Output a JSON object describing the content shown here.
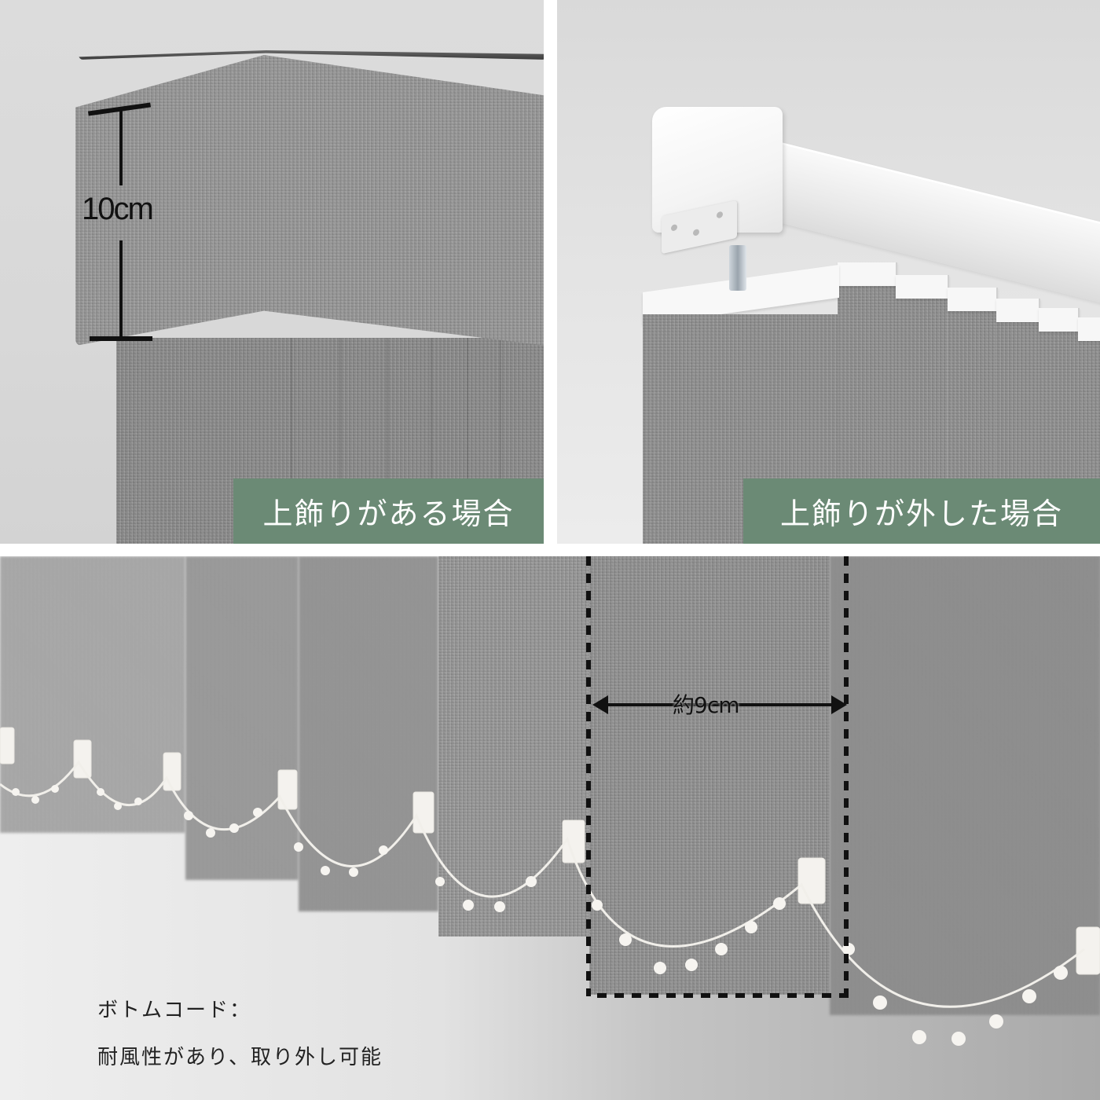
{
  "panels": {
    "top_left": {
      "measurement_label": "10cm",
      "badge_label": "上飾りがある場合"
    },
    "top_right": {
      "badge_label": "上飾りが外した場合"
    },
    "bottom": {
      "width_label": "約9cm",
      "caption_line1": "ボトムコード：",
      "caption_line2": "耐風性があり、取り外し可能"
    }
  },
  "colors": {
    "badge_green": "#6b8a75",
    "badge_text": "#ffffff",
    "fabric_gray": "#8e8e8e",
    "measure_black": "#111111",
    "divider_white": "#ffffff"
  },
  "icons": {
    "measure_arrow": "double-headed-arrow",
    "vertical_measure": "vertical-dimension-line"
  }
}
